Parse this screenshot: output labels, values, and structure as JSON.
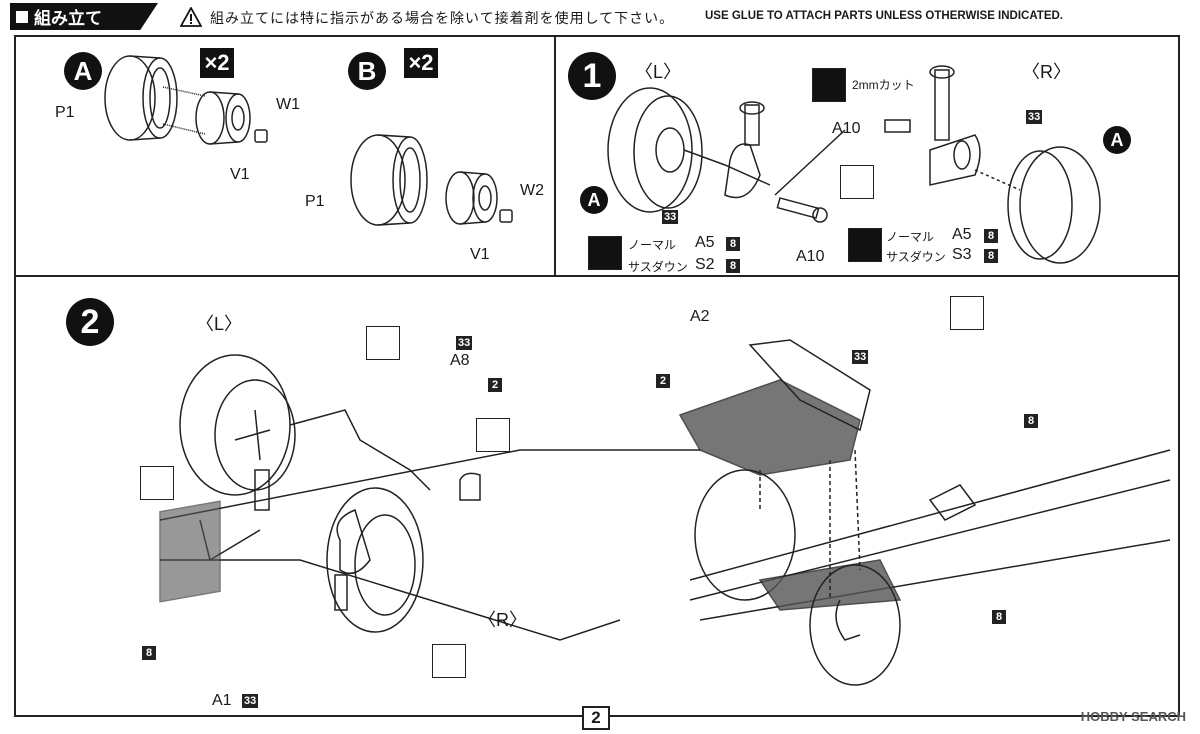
{
  "header": {
    "title": "組み立て",
    "jp_notice": "組み立てには特に指示がある場合を除いて接着剤を使用して下さい。",
    "en_notice": "USE GLUE TO ATTACH PARTS UNLESS OTHERWISE INDICATED."
  },
  "subassembly_a": {
    "letter": "A",
    "qty": "×2",
    "labels": {
      "p": "P1",
      "w": "W1",
      "v": "V1"
    }
  },
  "subassembly_b": {
    "letter": "B",
    "qty": "×2",
    "labels": {
      "p": "P1",
      "w": "W2",
      "v": "V1"
    }
  },
  "step1": {
    "number": "1",
    "left_tag": "〈L〉",
    "right_tag": "〈R〉",
    "cut_note": "2mmカット",
    "a10_top": "A10",
    "a10_bottom": "A10",
    "callout_a": "A",
    "part33": "33",
    "left_options": {
      "normal": "ノーマル",
      "normal_part": "A5",
      "down": "サスダウン",
      "down_part": "S2",
      "num": "8"
    },
    "right_options": {
      "normal": "ノーマル",
      "normal_part": "A5",
      "down": "サスダウン",
      "down_part": "S3",
      "num": "8"
    }
  },
  "step2": {
    "number": "2",
    "left_tag": "〈L〉",
    "right_tag": "〈R〉",
    "a8": "A8",
    "a1": "A1",
    "a2": "A2",
    "n33": "33",
    "n2": "2",
    "n8": "8"
  },
  "footer": {
    "page": "2",
    "watermark": "HOBBY SEARCH"
  }
}
